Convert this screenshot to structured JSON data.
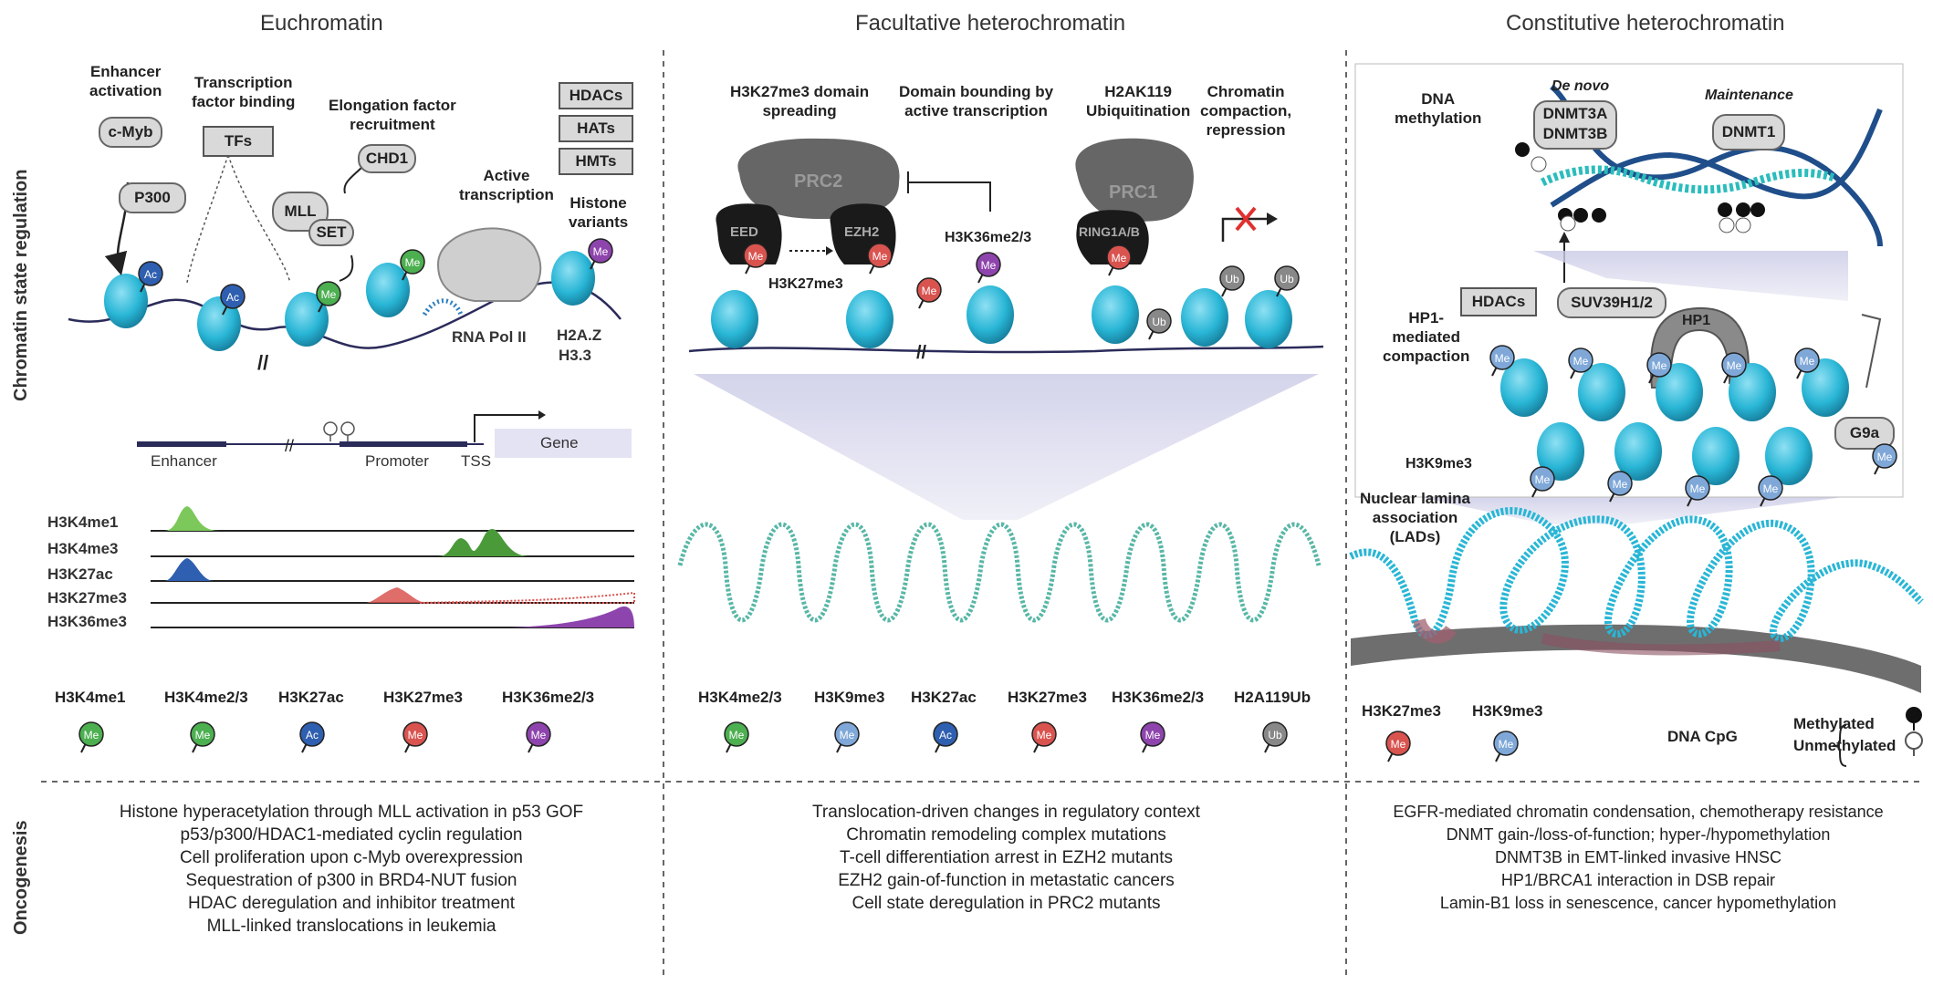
{
  "columns": {
    "euchromatin": "Euchromatin",
    "facultative": "Facultative heterochromatin",
    "constitutive": "Constitutive heterochromatin"
  },
  "row_labels": {
    "regulation": "Chromatin state regulation",
    "oncogenesis": "Oncogenesis"
  },
  "euchromatin": {
    "enhancer_activation": "Enhancer\nactivation",
    "tf_binding": "Transcription\nfactor binding",
    "elongation": "Elongation factor\nrecruitment",
    "active_transcription": "Active\ntranscription",
    "histone_variants": "Histone\nvariants",
    "cmyb": "c-Myb",
    "p300": "P300",
    "tfs": "TFs",
    "chd1": "CHD1",
    "mll": "MLL",
    "set": "SET",
    "hdacs": "HDACs",
    "hats": "HATs",
    "hmts": "HMTs",
    "rnapol": "RNA Pol II",
    "h2az": "H2A.Z",
    "h33": "H3.3",
    "enhancer": "Enhancer",
    "promoter": "Promoter",
    "tss": "TSS",
    "gene": "Gene",
    "tracks": [
      "H3K4me1",
      "H3K4me3",
      "H3K27ac",
      "H3K27me3",
      "H3K36me3"
    ],
    "marks": [
      "H3K4me1",
      "H3K4me2/3",
      "H3K27ac",
      "H3K27me3",
      "H3K36me2/3"
    ]
  },
  "facultative": {
    "spreading": "H3K27me3 domain\nspreading",
    "bounding": "Domain bounding by\nactive transcription",
    "ubiq": "H2AK119\nUbiquitination",
    "compaction": "Chromatin\ncompaction,\nrepression",
    "prc2": "PRC2",
    "eed": "EED",
    "ezh2": "EZH2",
    "h3k27me3": "H3K27me3",
    "h3k36me23": "H3K36me2/3",
    "prc1": "PRC1",
    "ring1": "RING1A/B",
    "marks": [
      "H3K4me2/3",
      "H3K9me3",
      "H3K27ac",
      "H3K27me3",
      "H3K36me2/3",
      "H2A119Ub"
    ]
  },
  "constitutive": {
    "dna_methylation": "DNA\nmethylation",
    "de_novo": "De novo",
    "maintenance": "Maintenance",
    "dnmt3": "DNMT3A\nDNMT3B",
    "dnmt1": "DNMT1",
    "hdacs": "HDACs",
    "suv39": "SUV39H1/2",
    "hp1": "HP1",
    "hp1_compaction": "HP1-\nmediated\ncompaction",
    "h3k9me3": "H3K9me3",
    "g9a": "G9a",
    "lamina": "Nuclear lamina\nassociation\n(LADs)",
    "marks": [
      "H3K27me3",
      "H3K9me3"
    ],
    "dna_cpg": "DNA CpG",
    "methylated": "Methylated",
    "unmethylated": "Unmethylated"
  },
  "mark_glyphs": {
    "me": "Me",
    "ac": "Ac",
    "ub": "Ub"
  },
  "oncogenesis": {
    "euchromatin": [
      "Histone hyperacetylation through MLL activation in p53 GOF",
      "p53/p300/HDAC1-mediated cyclin regulation",
      "Cell proliferation upon c-Myb overexpression",
      "Sequestration of p300 in BRD4-NUT fusion",
      "HDAC deregulation and inhibitor treatment",
      "MLL-linked translocations in leukemia"
    ],
    "facultative": [
      "Translocation-driven changes in regulatory context",
      "Chromatin remodeling complex mutations",
      "T-cell differentiation arrest in EZH2 mutants",
      "EZH2 gain-of-function in metastatic cancers",
      "Cell state deregulation in PRC2 mutants"
    ],
    "constitutive": [
      "EGFR-mediated chromatin condensation, chemotherapy resistance",
      "DNMT gain-/loss-of-function; hyper-/hypomethylation",
      "DNMT3B in EMT-linked invasive HNSC",
      "HP1/BRCA1 interaction in DSB repair",
      "Lamin-B1 loss in senescence, cancer hypomethylation"
    ]
  },
  "colors": {
    "nucleosome": "#29b6d6",
    "green": "#4caf50",
    "blue": "#2f5fb0",
    "red": "#d9534f",
    "purple": "#8e44ad",
    "grey": "#888888",
    "lightblue": "#7fa8d8",
    "dark": "#2a2a2a",
    "dna": "#2b2b5a"
  }
}
